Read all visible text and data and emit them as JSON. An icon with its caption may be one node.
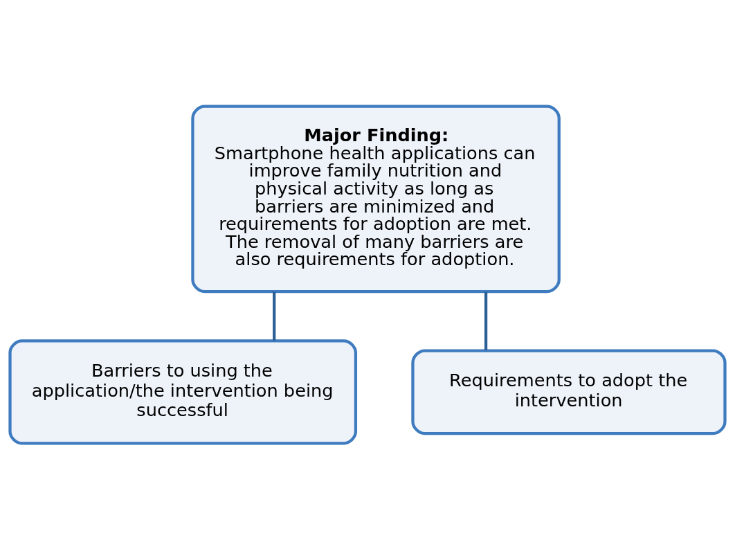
{
  "diagram": {
    "nodes": [
      {
        "text": [
          "Major Finding:",
          "Smartphone health applications can improve family nutrition and physical activity as long as barriers are minimized and requirements for adoption are met. The removal of many barriers are also requirements for adoption."
        ]
      },
      {
        "text": [
          "Barriers to using the application/the intervention being successful"
        ]
      },
      {
        "text": [
          "Requirements to adopt the intervention"
        ]
      }
    ],
    "edges": [
      {
        "from": 0,
        "to": 1,
        "arrow": "none"
      },
      {
        "from": 0,
        "to": 2,
        "arrow": "none"
      }
    ]
  }
}
